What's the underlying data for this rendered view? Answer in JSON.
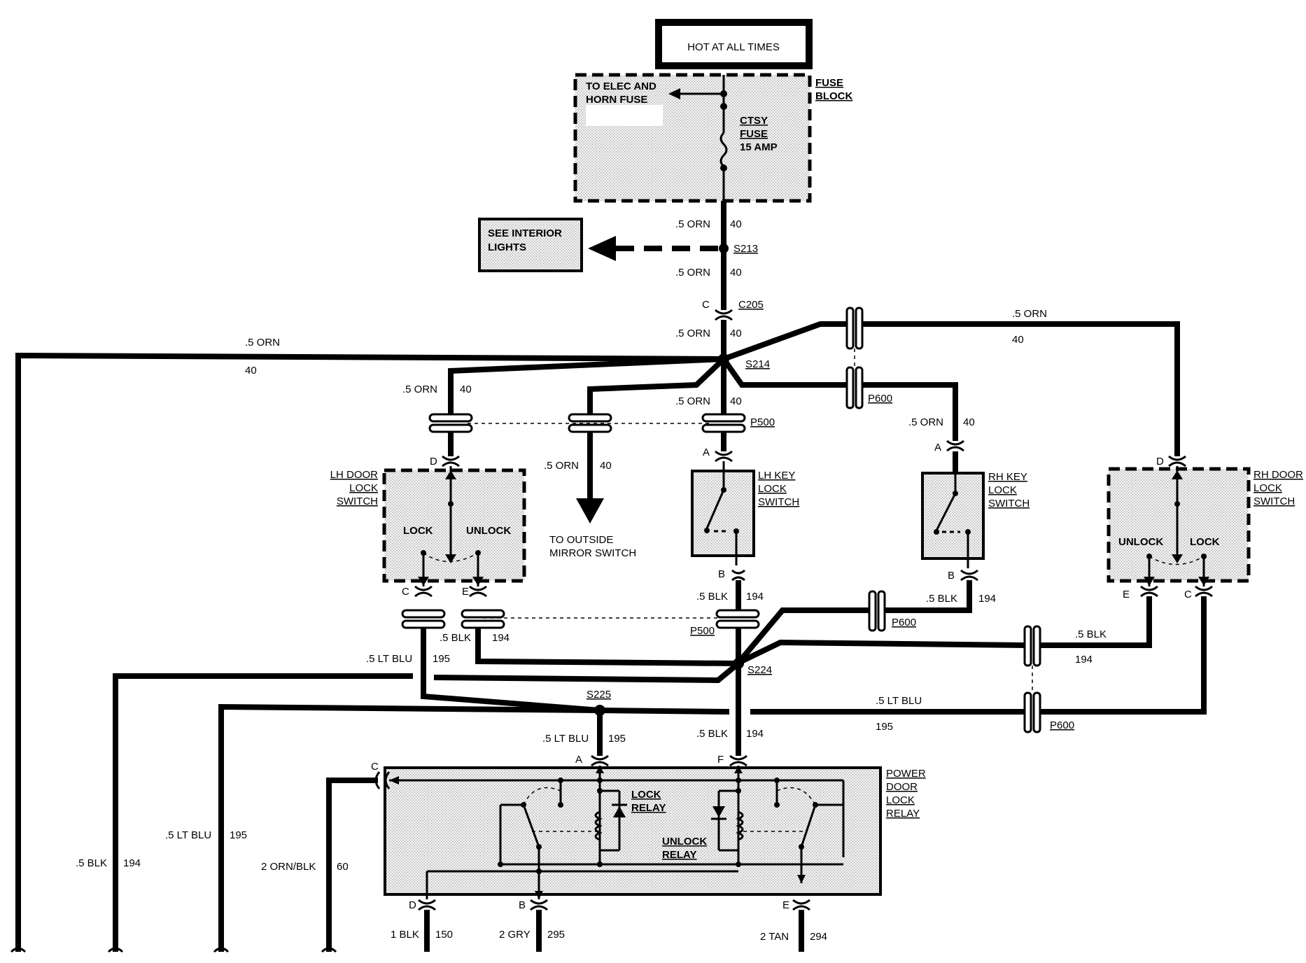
{
  "diagram": {
    "hot_box": "HOT AT ALL TIMES",
    "fuse_block": [
      "FUSE",
      "BLOCK"
    ],
    "fuse_note": [
      "TO ELEC AND",
      "HORN FUSE"
    ],
    "fuse": [
      "CTSY",
      "FUSE",
      "15 AMP"
    ],
    "interior_box": [
      "SEE INTERIOR",
      "LIGHTS"
    ],
    "splices": {
      "s213": "S213",
      "s214": "S214",
      "s224": "S224",
      "s225": "S225"
    },
    "connectors": {
      "c205": "C205",
      "p500": "P500",
      "p600": "P600"
    },
    "wires": {
      "orn": ".5 ORN",
      "blk": ".5 BLK",
      "ltblu": ".5 LT BLU",
      "orn_blk": "2 ORN/BLK",
      "blk1": "1 BLK",
      "gry": "2 GRY",
      "tan": "2 TAN"
    },
    "circuits": {
      "c40": "40",
      "c194": "194",
      "c195": "195",
      "c60": "60",
      "c150": "150",
      "c295": "295",
      "c294": "294"
    },
    "pins": {
      "a": "A",
      "b": "B",
      "c": "C",
      "d": "D",
      "e": "E",
      "f": "F"
    },
    "lh_door": [
      "LH DOOR",
      "LOCK",
      "SWITCH"
    ],
    "rh_door": [
      "RH DOOR",
      "LOCK",
      "SWITCH"
    ],
    "lh_key": [
      "LH KEY",
      "LOCK",
      "SWITCH"
    ],
    "rh_key": [
      "RH KEY",
      "LOCK",
      "SWITCH"
    ],
    "lock": "LOCK",
    "unlock": "UNLOCK",
    "mirror": [
      "TO OUTSIDE",
      "MIRROR SWITCH"
    ],
    "relay_title": [
      "POWER",
      "DOOR",
      "LOCK",
      "RELAY"
    ],
    "lock_relay": [
      "LOCK",
      "RELAY"
    ],
    "unlock_relay": [
      "UNLOCK",
      "RELAY"
    ]
  }
}
